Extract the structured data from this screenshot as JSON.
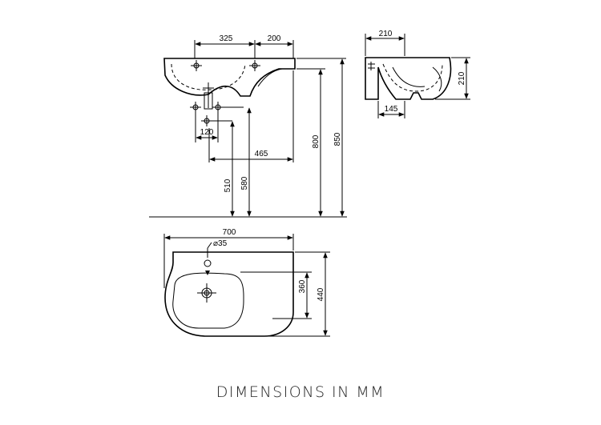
{
  "caption": "DIMENSIONS IN MM",
  "dimensions": {
    "front": {
      "d325": "325",
      "d200": "200",
      "d120": "120",
      "d465": "465",
      "d510": "510",
      "d580": "580",
      "d800": "800",
      "d850": "850"
    },
    "side": {
      "d210_top": "210",
      "d210_side": "210",
      "d145": "145"
    },
    "plan": {
      "d700": "700",
      "d35": "35",
      "d360": "360",
      "d440": "440"
    }
  }
}
